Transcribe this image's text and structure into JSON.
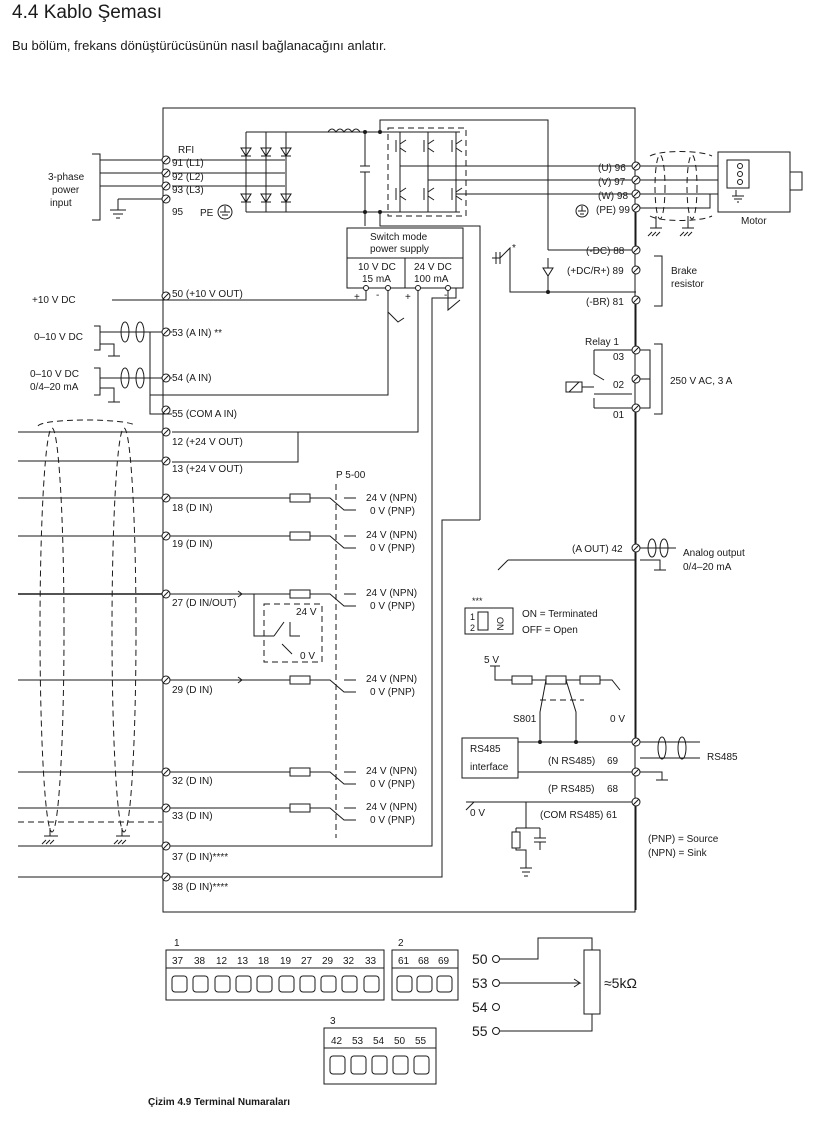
{
  "page": {
    "heading": "4.4  Kablo Şeması",
    "intro": "Bu bölüm, frekans dönüştürücüsünün nasıl bağlanacağını anlatır.",
    "caption": "Çizim 4.9 Terminal Numaraları"
  },
  "power_input": {
    "label_lines": [
      "3-phase",
      "power",
      "input"
    ],
    "rfi": "RFI",
    "terminals": [
      "91 (L1)",
      "92 (L2)",
      "93 (L3)",
      "95"
    ],
    "pe": "PE"
  },
  "psu": {
    "title_lines": [
      "Switch mode",
      "power supply"
    ],
    "left_lines": [
      "10 V DC",
      "15 mA"
    ],
    "right_lines": [
      "24 V DC",
      "100 mA"
    ]
  },
  "motor": {
    "terminals": [
      "(U) 96",
      "(V) 97",
      "(W) 98",
      "(PE) 99"
    ],
    "label": "Motor"
  },
  "brake": {
    "terminals": [
      "(-DC) 88",
      "(+DC/R+) 89",
      "(-BR) 81"
    ],
    "label_lines": [
      "Brake",
      "resistor"
    ],
    "asterisk": "*"
  },
  "relay": {
    "title": "Relay 1",
    "contacts": [
      "03",
      "02",
      "01"
    ],
    "rating": "250 V AC, 3 A"
  },
  "analog_inputs": {
    "plus10v": "+10 V DC",
    "src1": "0–10 V DC",
    "src2_lines": [
      "0–10 V DC",
      "0/4–20  mA"
    ],
    "terminals": [
      "50 (+10 V OUT)",
      "53 (A IN) **",
      "54 (A IN)",
      "55 (COM A IN)"
    ]
  },
  "digital": {
    "supply_terminals": [
      "12 (+24 V OUT)",
      "13 (+24 V OUT)"
    ],
    "param": "P 5-00",
    "inputs": [
      "18 (D IN)",
      "19 (D IN)",
      "27 (D IN/OUT)",
      "29 (D IN)",
      "32 (D IN)",
      "33 (D IN)"
    ],
    "npn": "24 V (NPN)",
    "pnp": "0 V (PNP)",
    "out_24v": "24 V",
    "out_0v": "0 V",
    "safe_stop": [
      "37 (D IN)****",
      "38 (D IN)****"
    ]
  },
  "analog_output": {
    "terminal": "(A OUT) 42",
    "label_lines": [
      "Analog output",
      "0/4–20 mA"
    ]
  },
  "switch_info": {
    "stars": "***",
    "on_text": "ON = Terminated",
    "off_text": "OFF = Open",
    "on_mark": "ON",
    "pos1": "1",
    "pos2": "2"
  },
  "rs485": {
    "v5": "5 V",
    "s801": "S801",
    "zero_v": "0 V",
    "interface_lines": [
      "RS485",
      "interface"
    ],
    "terminals": [
      "(N RS485)",
      "69",
      "(P RS485)",
      "68",
      "(COM RS485) 61"
    ],
    "label": "RS485",
    "gnd_label": "0 V"
  },
  "legend": {
    "pnp": "(PNP) = Source",
    "npn": "(NPN) = Sink"
  },
  "connectors": {
    "block1": {
      "num": "1",
      "pins": [
        "37",
        "38",
        "12",
        "13",
        "18",
        "19",
        "27",
        "29",
        "32",
        "33"
      ]
    },
    "block2": {
      "num": "2",
      "pins": [
        "61",
        "68",
        "69"
      ]
    },
    "block3": {
      "num": "3",
      "pins": [
        "42",
        "53",
        "54",
        "50",
        "55"
      ]
    }
  },
  "pot": {
    "pins": [
      "50",
      "53",
      "54",
      "55"
    ],
    "value": "≈5kΩ"
  }
}
